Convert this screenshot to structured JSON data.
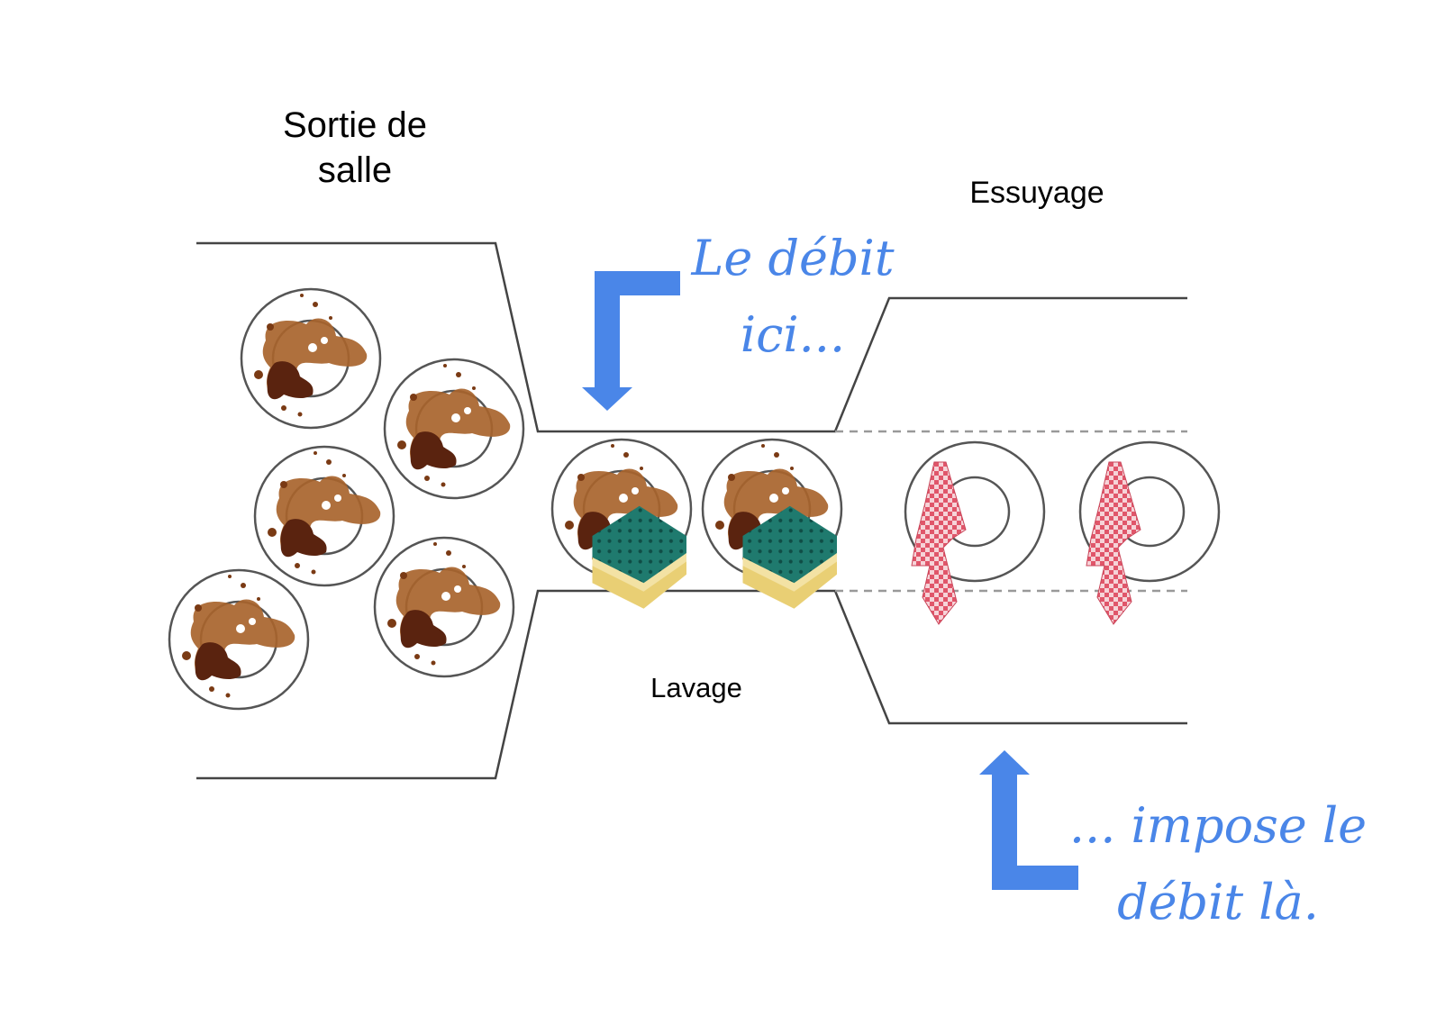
{
  "labels": {
    "sortie_line1": "Sortie de",
    "sortie_line2": "salle",
    "essuyage": "Essuyage",
    "lavage": "Lavage"
  },
  "annotations": {
    "top_line1": "Le débit",
    "top_line2": "ici...",
    "bottom_line1": "... impose le",
    "bottom_line2": "débit là."
  },
  "colors": {
    "accent": "#4a86e8",
    "stain": "#8a4a1c",
    "sponge_green": "#1f7a6e",
    "sponge_yellow": "#efd98a",
    "towel_red": "#e0566a"
  }
}
